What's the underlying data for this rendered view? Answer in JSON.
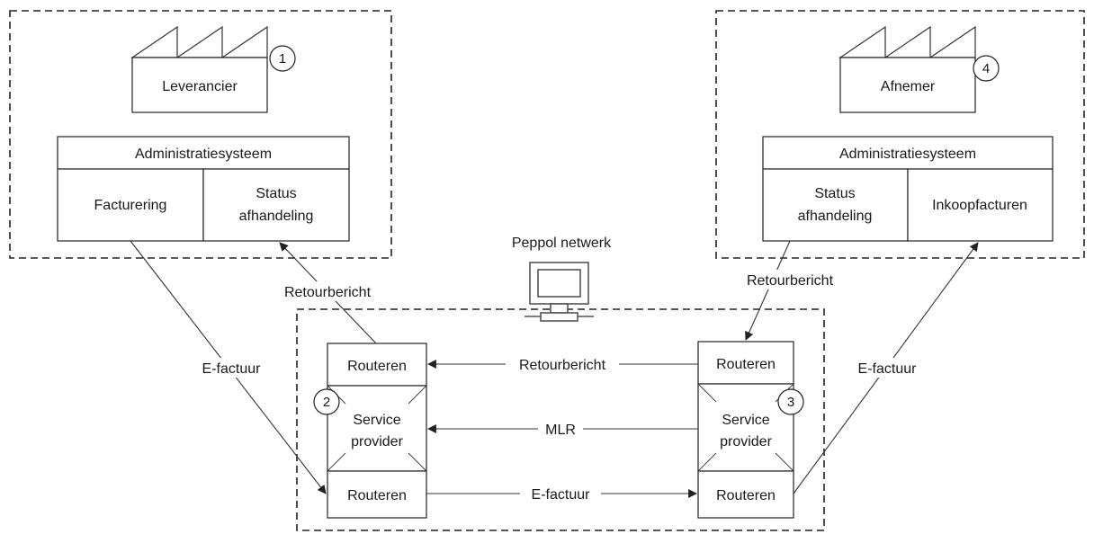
{
  "network_title": "Peppol netwerk",
  "supplier": {
    "name": "Leverancier",
    "step": "1",
    "admin_title": "Administratiesysteem",
    "left_module": "Facturering",
    "right_module_line1": "Status",
    "right_module_line2": "afhandeling"
  },
  "buyer": {
    "name": "Afnemer",
    "step": "4",
    "admin_title": "Administratiesysteem",
    "left_module_line1": "Status",
    "left_module_line2": "afhandeling",
    "right_module": "Inkoopfacturen"
  },
  "provider_left": {
    "step": "2",
    "top": "Routeren",
    "middle_line1": "Service",
    "middle_line2": "provider",
    "bottom": "Routeren"
  },
  "provider_right": {
    "step": "3",
    "top": "Routeren",
    "middle_line1": "Service",
    "middle_line2": "provider",
    "bottom": "Routeren"
  },
  "flows": {
    "supplier_to_ap": "E-factuur",
    "ap_to_supplier": "Retourbericht",
    "buyer_to_ap": "Retourbericht",
    "ap_to_buyer": "E-factuur",
    "ap_return": "Retourbericht",
    "ap_mlr": "MLR",
    "ap_invoice": "E-factuur"
  }
}
